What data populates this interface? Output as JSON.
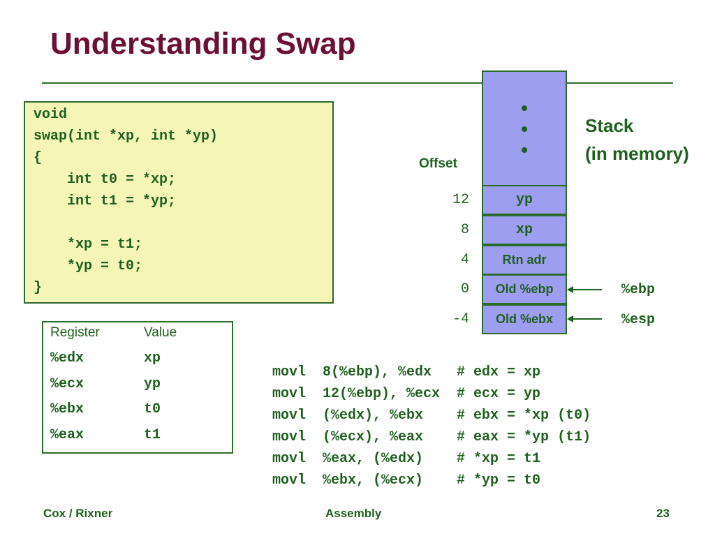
{
  "title": "Understanding Swap",
  "code": [
    "void",
    "swap(int *xp, int *yp)",
    "{",
    "    int t0 = *xp;",
    "    int t1 = *yp;",
    "",
    "    *xp = t1;",
    "    *yp = t0;",
    "}"
  ],
  "registers": {
    "header_register": "Register",
    "header_value": "Value",
    "rows": [
      {
        "reg": "%edx",
        "val": "xp"
      },
      {
        "reg": "%ecx",
        "val": "yp"
      },
      {
        "reg": "%ebx",
        "val": "t0"
      },
      {
        "reg": "%eax",
        "val": "t1"
      }
    ]
  },
  "stack": {
    "offset_label": "Offset",
    "label_line1": "Stack",
    "label_line2": "(in memory)",
    "cells": [
      {
        "offset": "12",
        "content": "yp"
      },
      {
        "offset": "8",
        "content": "xp"
      },
      {
        "offset": "4",
        "content": "Rtn adr"
      },
      {
        "offset": "0",
        "content": "Old %ebp"
      },
      {
        "offset": "-4",
        "content": "Old %ebx"
      }
    ],
    "pointers": [
      "%ebp",
      "%esp"
    ]
  },
  "assembly": [
    "movl  8(%ebp), %edx   # edx = xp",
    "movl  12(%ebp), %ecx  # ecx = yp",
    "movl  (%edx), %ebx    # ebx = *xp (t0)",
    "movl  (%ecx), %eax    # eax = *yp (t1)",
    "movl  %eax, (%edx)    # *xp = t1",
    "movl  %ebx, (%ecx)    # *yp = t0"
  ],
  "footer": {
    "left": "Cox / Rixner",
    "center": "Assembly",
    "page": "23"
  }
}
